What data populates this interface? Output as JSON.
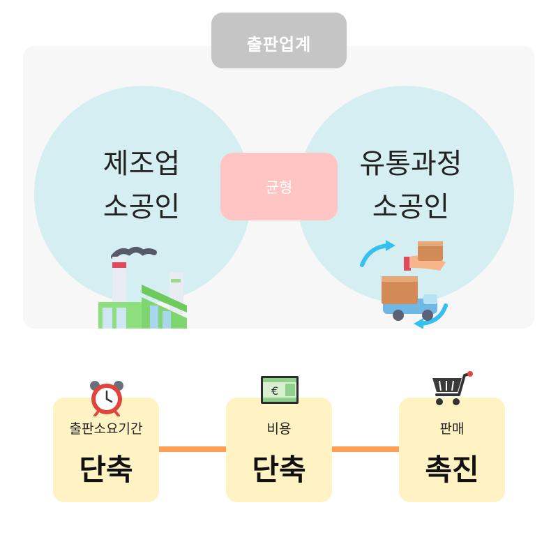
{
  "header": {
    "title": "출판업계"
  },
  "circles": {
    "left": {
      "line1": "제조업",
      "line2": "소공인",
      "icon": "factory-icon"
    },
    "right": {
      "line1": "유통과정",
      "line2": "소공인",
      "icon": "delivery-truck-icon"
    }
  },
  "center": {
    "label": "균형"
  },
  "cards": [
    {
      "small": "출판소요기간",
      "big": "단축",
      "icon": "alarm-clock-icon"
    },
    {
      "small": "비용",
      "big": "단축",
      "icon": "euro-banknote-icon"
    },
    {
      "small": "판매",
      "big": "촉진",
      "icon": "shopping-cart-icon"
    }
  ],
  "colors": {
    "panel": "#f7f7f7",
    "title_tab": "#c5c5c5",
    "circle": "#d4eef1",
    "balance": "#ffc4c4",
    "card": "#fff3c4",
    "connector": "#ff9f55"
  }
}
